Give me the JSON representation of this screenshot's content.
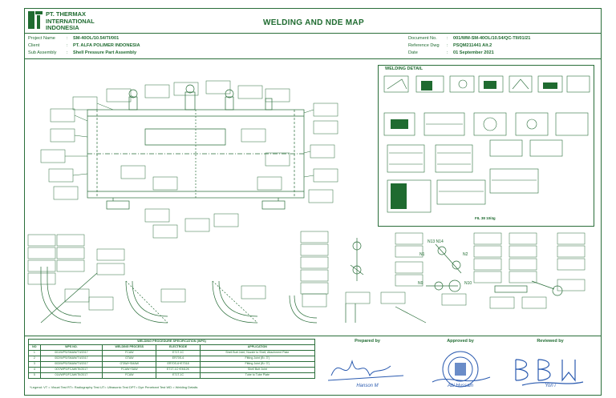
{
  "company": {
    "name_lines": [
      "PT. THERMAX",
      "INTERNATIONAL",
      "INDONESIA"
    ]
  },
  "title": "WELDING AND NDE MAP",
  "meta_left": [
    {
      "label": "Project Name",
      "value": "SM-40OL/10.54/TI/001"
    },
    {
      "label": "Client",
      "value": "PT. ALFA POLIMER INDONESIA"
    },
    {
      "label": "Sub Assembly",
      "value": "Shell Pressure Part Assembly"
    }
  ],
  "meta_right": [
    {
      "label": "Document No.",
      "value": "001/WM-SM-40OL/10.54/QC-TII/01/21"
    },
    {
      "label": "Reference Dwg",
      "value": "PSQM211441 Alt.2"
    },
    {
      "label": "Date",
      "value": "01 September 2021"
    }
  ],
  "detail": {
    "title": "WELDING DETAIL",
    "captions": [
      "FIL 38 10/4g"
    ]
  },
  "nozzle_labels": [
    "N13 N14",
    "N1",
    "N2",
    "N9",
    "N10"
  ],
  "wps_table": {
    "caption": "WELDING PROCEDURE SPECIFICATION (WPS)",
    "headers": [
      "NO",
      "WPS NO.",
      "WELDING PROCESS",
      "ELECTRODE",
      "APPLICATION"
    ],
    "rows": [
      [
        "1",
        "001/WPS/SMAW/TII/2017",
        "FCAW",
        "E71T-1C",
        "Shell Butt Joint, Nozzle to Shell, Attachment Plate"
      ],
      [
        "2",
        "002/WPS/SMAW/TII/2017",
        "GTAW",
        "ER70S-6",
        "Fitting Joint (B< 3\")"
      ],
      [
        "3",
        "003/WPS/SMAW/TII/2017",
        "GTAW+SMAW",
        "ER70S-6+E7018",
        "Fitting Joint (B> 3\")"
      ],
      [
        "4",
        "007/WPS/FCAW/TII/2017",
        "FCAW+SAW",
        "E71T-1C+EM12K",
        "Shell Butt Joint"
      ],
      [
        "5",
        "014/WPS/FCAW/TII/2017",
        "FCAW",
        "E71T-1C",
        "Tube to Tube Plate"
      ]
    ]
  },
  "legend": "*Legend:    VT = Visual Test    RT= Radiography Test    UT= Ultrasonic Test    DPT= Dye Penetrant Test    WD = Welding Details",
  "signatures": {
    "prepared": {
      "label": "Prepared by",
      "name": "Hanson M"
    },
    "approved": {
      "label": "Approved by",
      "name": "Abi Hussain"
    },
    "reviewed": {
      "label": "Reviewed by",
      "name": "Yon i"
    }
  },
  "colors": {
    "ink": "#1f6b30",
    "line": "#2a6e3a",
    "stamp": "#2b5bb0"
  }
}
